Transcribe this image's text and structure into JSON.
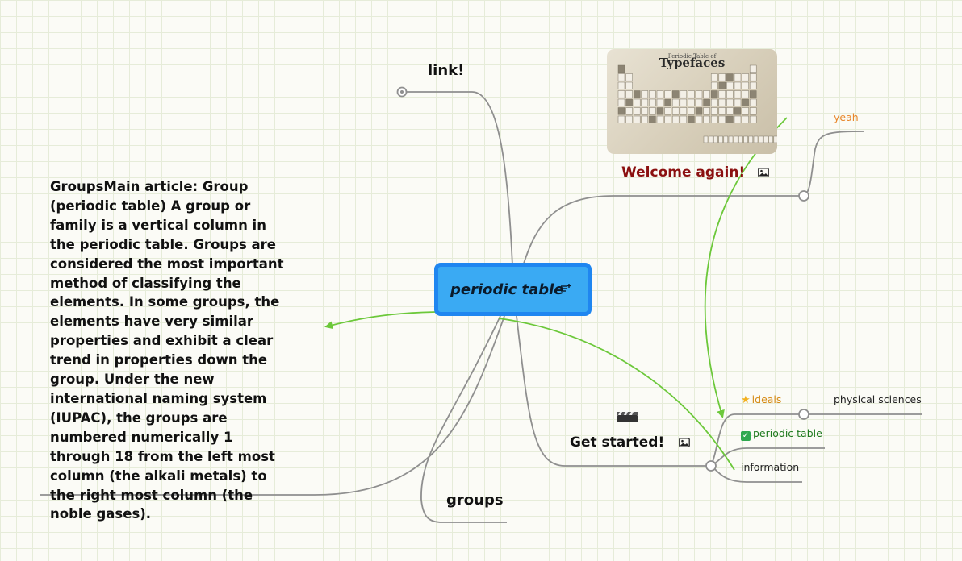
{
  "central": {
    "title": "periodic table",
    "notes_icon": "notes-icon"
  },
  "topics": {
    "link": "link!",
    "welcome": "Welcome again!",
    "get_started": "Get started!",
    "groups": "groups",
    "yeah": "yeah",
    "ideals": "ideals",
    "periodic_table": "periodic table",
    "information": "information",
    "physical_sciences": "physical sciences"
  },
  "groups_note": "GroupsMain article: Group (periodic table) A group or family is a vertical column in the periodic table. Groups are considered the most important method of classifying the elements. In some groups, the elements have very similar properties and exhibit a clear trend in properties down the group. Under the new international naming system (IUPAC), the groups are numbered numerically 1 through 18 from the left most column (the alkali metals) to the right most column (the noble gases).",
  "image_card": {
    "subtitle": "Periodic Table of",
    "title": "Typefaces"
  },
  "icons": {
    "clapper": "clapperboard-icon",
    "picture": "picture-icon",
    "star": "star-icon",
    "check": "checkmark-icon"
  },
  "colors": {
    "central_fill": "#3aaaf3",
    "central_border": "#1f86f0",
    "connector": "#8f8f8f",
    "relation_arrow": "#6cc83a",
    "welcome": "#8b1010",
    "yeah": "#e8862a",
    "ideals": "#d68a14",
    "periodic_table_sub": "#1f7a1f"
  }
}
